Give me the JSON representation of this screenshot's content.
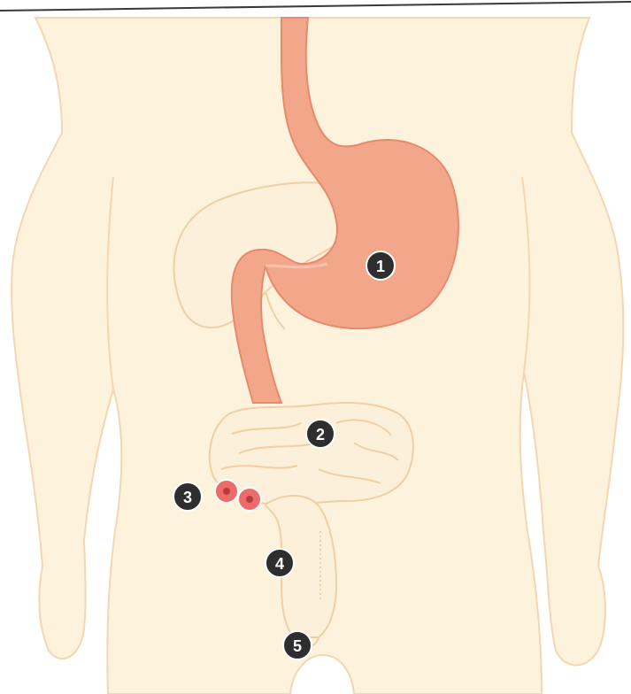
{
  "colors": {
    "body_fill": "#fdf2dc",
    "body_outline": "#f3d7b2",
    "stomach": "#f3a78a",
    "stomach_edge": "#e9896c",
    "intestine_fill": "#fdf0da",
    "intestine_outline": "#f0cfa6",
    "polyp": "#ec6b6b",
    "marker_fill": "#2e2e2e"
  },
  "markers": [
    {
      "id": "marker-1",
      "label": "1"
    },
    {
      "id": "marker-2",
      "label": "2"
    },
    {
      "id": "marker-3",
      "label": "3"
    },
    {
      "id": "marker-4",
      "label": "4"
    },
    {
      "id": "marker-5",
      "label": "5"
    }
  ]
}
